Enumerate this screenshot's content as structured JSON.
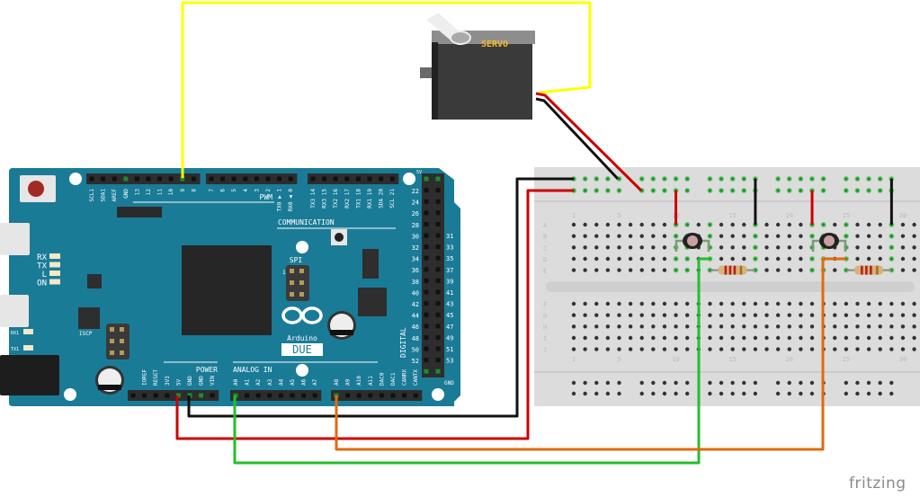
{
  "logo": "fritzing",
  "colors": {
    "board": "#1a7b97",
    "breadboard": "#dcdcdc",
    "wire_signal": "#ffff00",
    "wire_power": "#cc0000",
    "wire_ground": "#111111",
    "wire_sensor_1": "#22c02a",
    "wire_sensor_2": "#e06a10",
    "servo_body": "#3a3a3a",
    "servo_label": "#f2b92c"
  },
  "servo": {
    "label": "SERVO"
  },
  "arduino": {
    "brand": "Arduino",
    "model": "DUE",
    "header_top_1": [
      "SCL1",
      "SDA1",
      "AREF",
      "GND",
      "13",
      "12",
      "11",
      "10",
      "9",
      "8"
    ],
    "header_top_2": [
      "7",
      "6",
      "5",
      "4",
      "3",
      "2",
      "TX0 ▶ 1",
      "RX0 ◀ 0"
    ],
    "header_top_3": [
      "TX3 14",
      "RX3 15",
      "TX2 16",
      "RX2 17",
      "TX1 18",
      "RX1 19",
      "SDA 20",
      "SCL 21"
    ],
    "pwm_label": "PWM",
    "communication_label": "COMMUNICATION",
    "power_label": "POWER",
    "analog_label": "ANALOG IN",
    "digital_label": "DIGITAL",
    "spi_label": "SPI",
    "spi_pin1": "1",
    "iscp_label": "ISCP",
    "header_power": [
      "",
      "IOREF",
      "RESET",
      "3V3",
      "5V",
      "GND",
      "GND",
      "VIN"
    ],
    "header_analog": [
      "A0",
      "A1",
      "A2",
      "A3",
      "A4",
      "A5",
      "A6",
      "A7"
    ],
    "header_analog_2": [
      "A8",
      "A9",
      "A10",
      "A11",
      "DAC0",
      "DAC1",
      "CANRX",
      "CANTX"
    ],
    "digital_left": [
      "22",
      "24",
      "26",
      "28",
      "30",
      "32",
      "34",
      "36",
      "38",
      "40",
      "42",
      "44",
      "46",
      "48",
      "50",
      "52"
    ],
    "digital_right": [
      "31",
      "33",
      "35",
      "37",
      "39",
      "41",
      "43",
      "45",
      "47",
      "49",
      "51",
      "53"
    ],
    "digital_top": "5V",
    "digital_bottom": "GND",
    "leds": [
      "RX",
      "TX",
      "L",
      "ON"
    ],
    "small_leds": [
      "RX1",
      "TX1"
    ]
  },
  "breadboard": {
    "rows_top": [
      "A",
      "B",
      "C",
      "D",
      "E"
    ],
    "rows_bottom": [
      "F",
      "G",
      "H",
      "I",
      "J"
    ],
    "column_numbers": [
      "1",
      "5",
      "10",
      "15",
      "20",
      "25",
      "30"
    ]
  }
}
